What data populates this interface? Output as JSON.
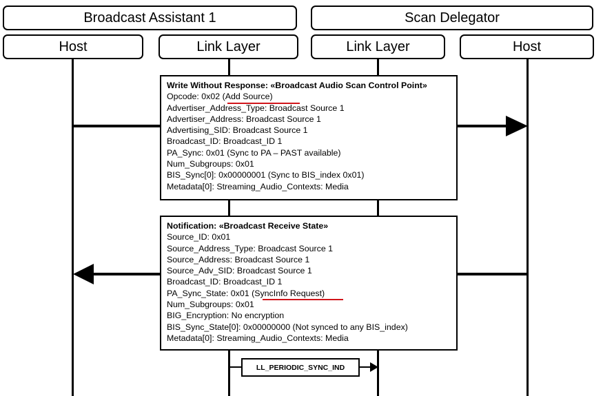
{
  "headers": {
    "assistant": "Broadcast Assistant 1",
    "delegator": "Scan Delegator",
    "assistant_host": "Host",
    "assistant_ll": "Link Layer",
    "delegator_ll": "Link Layer",
    "delegator_host": "Host"
  },
  "write_box": {
    "title": "Write Without Response: «Broadcast Audio Scan Control Point»",
    "opcode_prefix": "Opcode: 0x02 ",
    "opcode_highlight": "(Add Source)",
    "lines": [
      "Advertiser_Address_Type: Broadcast Source 1",
      "Advertiser_Address: Broadcast Source 1",
      "Advertising_SID: Broadcast Source 1",
      "Broadcast_ID: Broadcast_ID 1",
      "PA_Sync: 0x01 (Sync to PA – PAST available)",
      "Num_Subgroups: 0x01",
      "BIS_Sync[0]: 0x00000001 (Sync to BIS_index 0x01)",
      "Metadata[0]: Streaming_Audio_Contexts: Media"
    ]
  },
  "notify_box": {
    "title": "Notification: «Broadcast Receive State»",
    "lines_before": [
      "Source_ID: 0x01",
      "Source_Address_Type: Broadcast Source 1",
      "Source_Address: Broadcast Source 1",
      "Source_Adv_SID: Broadcast Source 1",
      "Broadcast_ID: Broadcast_ID 1"
    ],
    "pa_prefix": "PA_Sync_State: 0x01 ",
    "pa_highlight": "(SyncInfo Request)",
    "lines_after": [
      "Num_Subgroups: 0x01",
      "BIG_Encryption: No encryption",
      "BIS_Sync_State[0]: 0x00000000 (Not synced to any BIS_index)",
      "Metadata[0]: Streaming_Audio_Contexts: Media"
    ]
  },
  "pdu": {
    "label": "LL_PERIODIC_SYNC_IND"
  },
  "colors": {
    "highlight": "#d0141a",
    "line": "#000000"
  }
}
